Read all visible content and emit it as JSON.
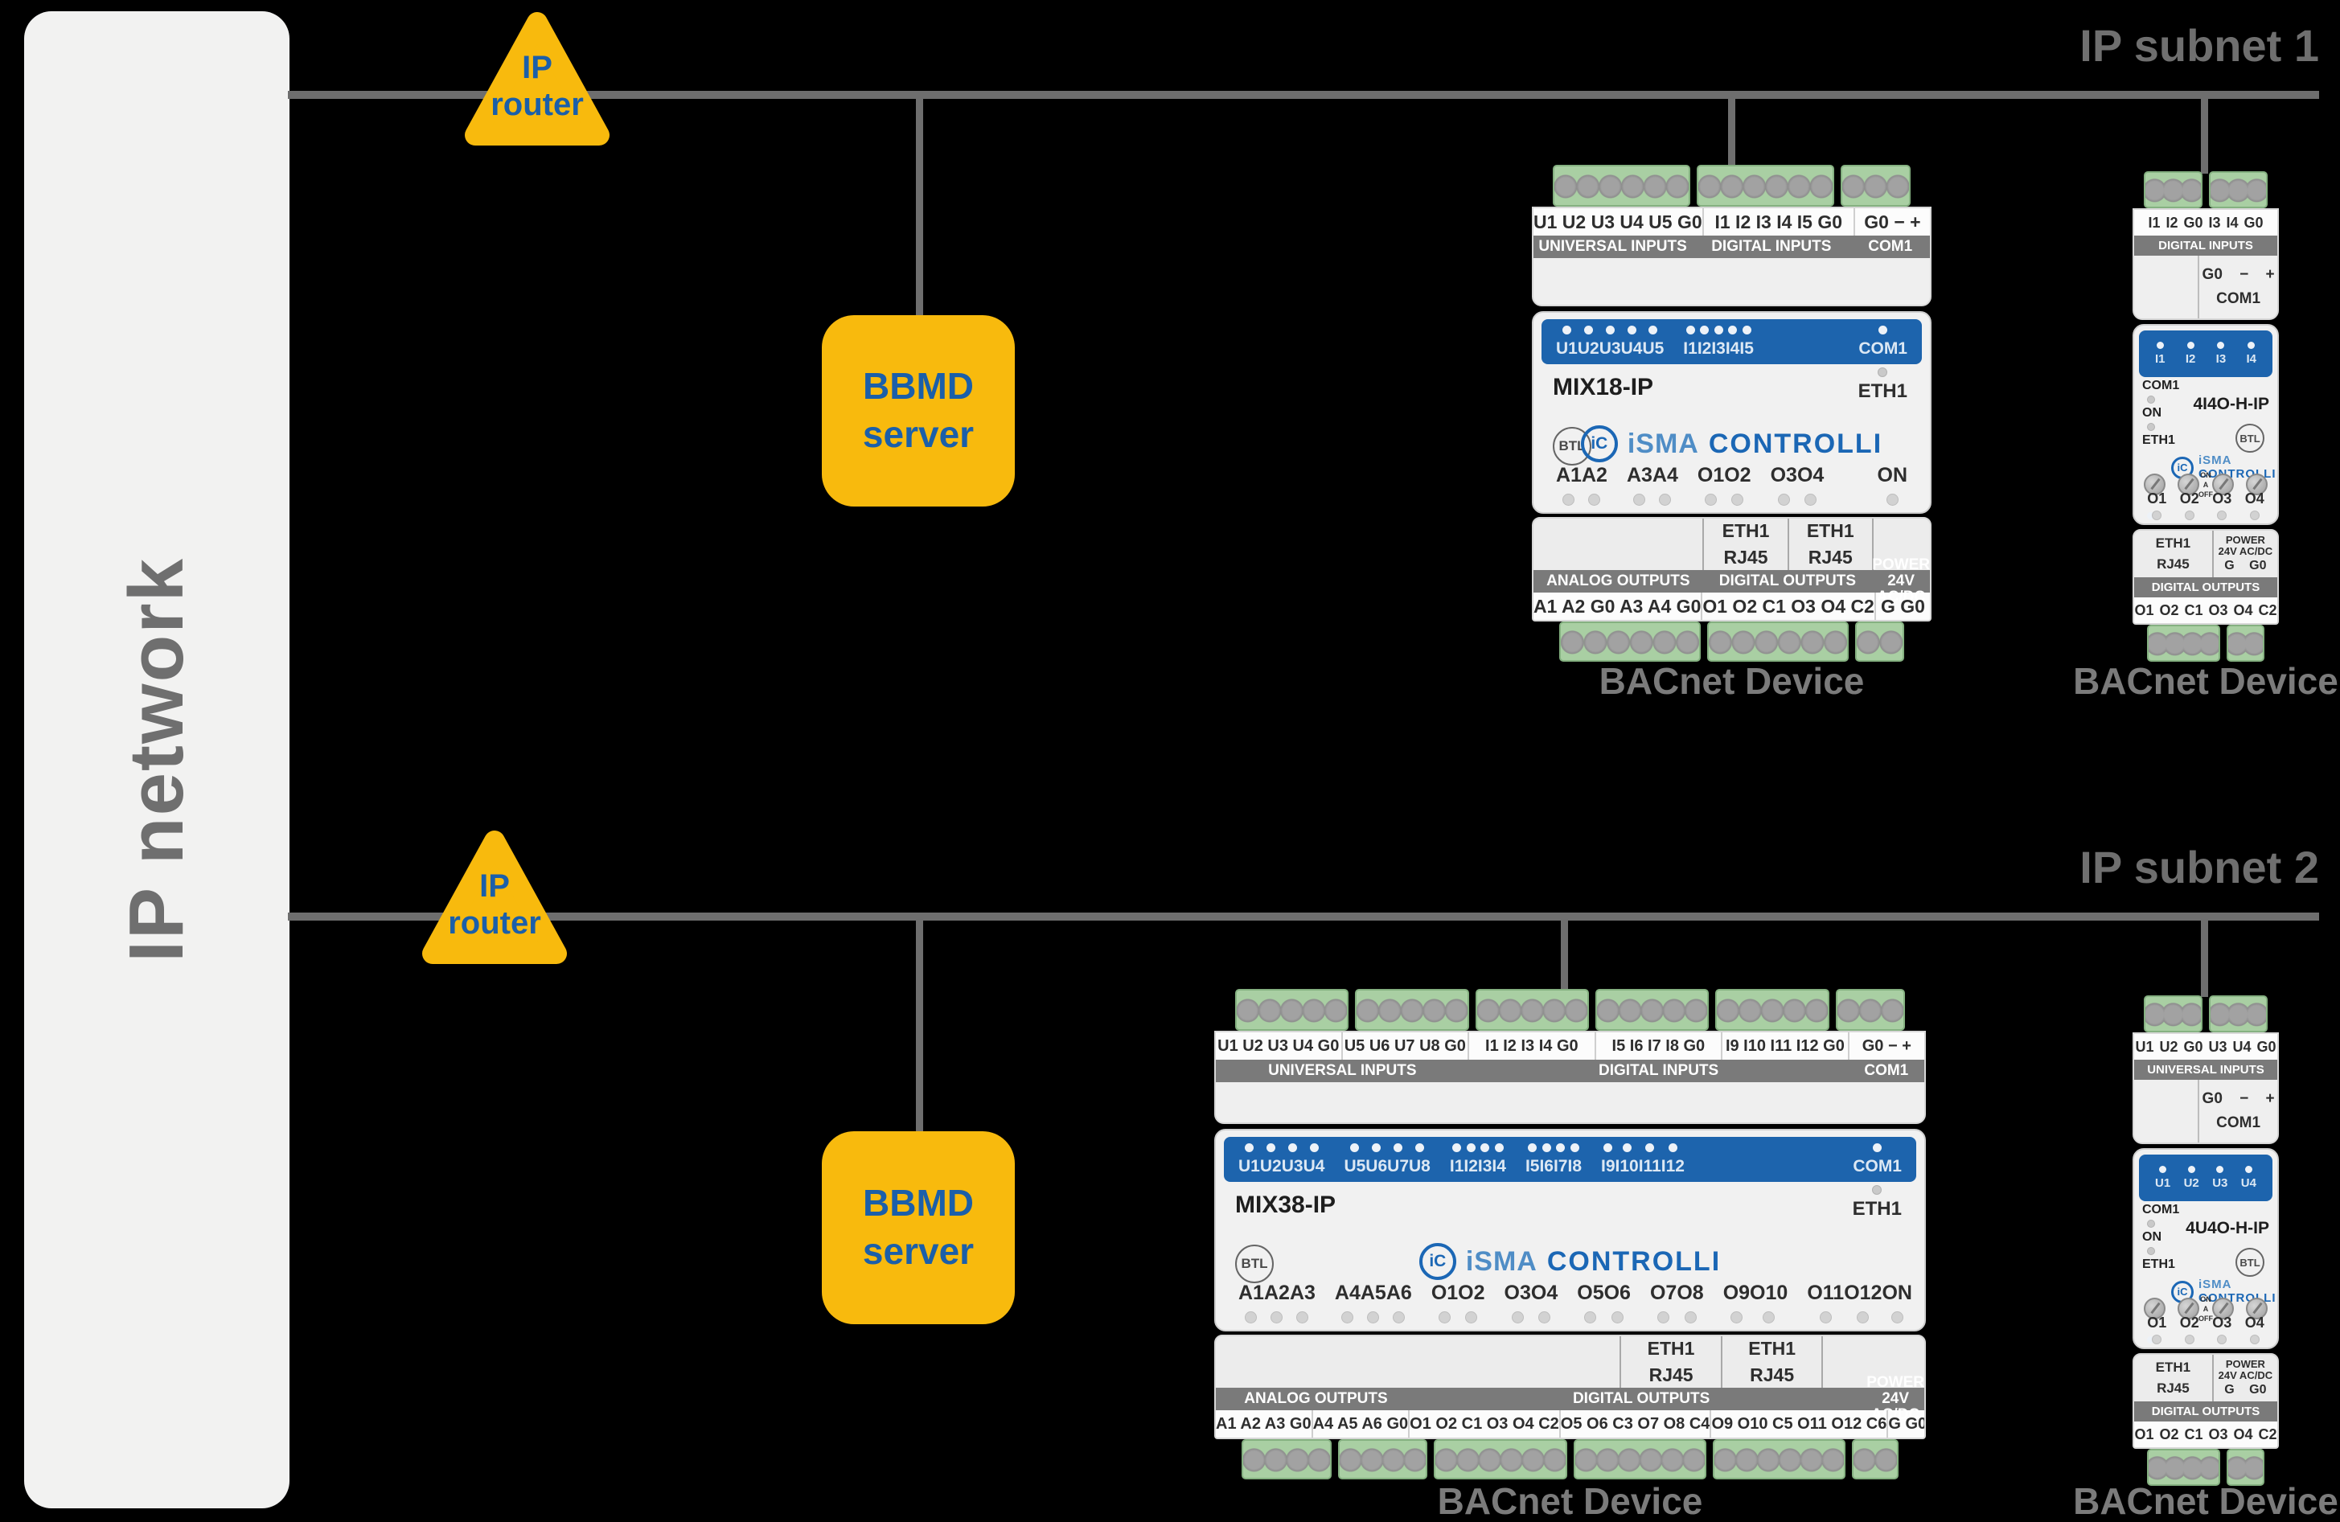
{
  "colors": {
    "background": "#000000",
    "accent_yellow": "#f8ba0d",
    "accent_blue": "#1b5fa9",
    "line_gray": "#6e6e6e",
    "caption_gray": "#7b7b7b",
    "led_bar_blue": "#1d64ad",
    "logo_blue": "#1b67b5",
    "terminal_green": "#a9cfa3"
  },
  "network": {
    "label": "IP network"
  },
  "subnet1": {
    "label": "IP subnet 1",
    "router": {
      "l1": "IP",
      "l2": "router"
    },
    "bbmd": {
      "label": "BBMD\nserver"
    }
  },
  "subnet2": {
    "label": "IP subnet 2",
    "router": {
      "l1": "IP",
      "l2": "router"
    },
    "bbmd": {
      "label": "BBMD\nserver"
    }
  },
  "devices": {
    "mix18": {
      "caption": "BACnet Device",
      "model": "MIX18-IP",
      "eth1": "ETH1",
      "btl": "BTL",
      "logo": {
        "mark": "iC",
        "isma": "iSMA",
        "controlli": "CONTROLLI"
      },
      "top_labels": [
        {
          "t": "U1 U2 U3 U4 U5 G0",
          "f": 6
        },
        {
          "t": "I1 I2 I3 I4 I5 G0",
          "f": 6
        },
        {
          "t": "G0 − +",
          "f": 3
        }
      ],
      "top_bands": [
        {
          "t": "UNIVERSAL INPUTS",
          "f": 6
        },
        {
          "t": "DIGITAL INPUTS",
          "f": 6
        },
        {
          "t": "COM1",
          "f": 3
        }
      ],
      "led_top": [
        {
          "t": "U1"
        },
        {
          "t": "U2"
        },
        {
          "t": "U3"
        },
        {
          "t": "U4"
        },
        {
          "t": "U5"
        },
        {
          "t": "I1",
          "c": "gap"
        },
        {
          "t": "I2"
        },
        {
          "t": "I3"
        },
        {
          "t": "I4"
        },
        {
          "t": "I5"
        },
        {
          "t": "COM1",
          "c": "push"
        }
      ],
      "led_bottom": [
        {
          "t": "A1"
        },
        {
          "t": "A2"
        },
        {
          "t": "A3",
          "c": "gap"
        },
        {
          "t": "A4"
        },
        {
          "t": "O1",
          "c": "gap"
        },
        {
          "t": "O2"
        },
        {
          "t": "O3",
          "c": "gap"
        },
        {
          "t": "O4"
        },
        {
          "t": "ON",
          "c": "push"
        }
      ],
      "eth_ports": [
        {
          "a": "ETH1",
          "b": "RJ45"
        },
        {
          "a": "ETH1",
          "b": "RJ45"
        }
      ],
      "bottom_bands": [
        {
          "t": "ANALOG OUTPUTS",
          "f": 6
        },
        {
          "t": "DIGITAL OUTPUTS",
          "f": 6
        },
        {
          "t": "POWER\n24V AC/DC",
          "f": 2
        }
      ],
      "bottom_labels": [
        {
          "t": "A1 A2 G0 A3 A4 G0",
          "f": 6
        },
        {
          "t": "O1 O2 C1 O3 O4 C2",
          "f": 6
        },
        {
          "t": "G G0",
          "f": 2
        }
      ]
    },
    "i4o": {
      "caption": "BACnet Device",
      "model": "4I4O-H-IP",
      "top_labels": [
        {
          "t": "I1 I2 G0 I3 I4 G0",
          "f": 6
        }
      ],
      "top_band": "DIGITAL INPUTS",
      "com_area": {
        "pins": "G0 − +",
        "label": "COM1"
      },
      "led_top": [
        {
          "t": "I1"
        },
        {
          "t": "I2"
        },
        {
          "t": "I3"
        },
        {
          "t": "I4"
        }
      ],
      "com1": "COM1",
      "on": "ON",
      "eth1": "ETH1",
      "btl": "BTL",
      "logo": {
        "mark": "iC",
        "isma": "iSMA",
        "controlli": "CONTROLLI"
      },
      "switch": {
        "on": "ON",
        "a": "A",
        "off": "OFF"
      },
      "outputs": [
        {
          "t": "O1"
        },
        {
          "t": "O2"
        },
        {
          "t": "O3"
        },
        {
          "t": "O4"
        }
      ],
      "eth_port": {
        "a": "ETH1",
        "b": "RJ45"
      },
      "power": {
        "title": "POWER\n24V AC/DC",
        "pins": "G G0"
      },
      "bottom_band": "DIGITAL OUTPUTS",
      "bottom_labels": [
        {
          "t": "O1 O2 C1 O3 O4 C2",
          "f": 6
        }
      ]
    },
    "mix38": {
      "caption": "BACnet Device",
      "model": "MIX38-IP",
      "eth1": "ETH1",
      "btl": "BTL",
      "logo": {
        "mark": "iC",
        "isma": "iSMA",
        "controlli": "CONTROLLI"
      },
      "top_labels": [
        {
          "t": "U1 U2 U3 U4 G0",
          "f": 5
        },
        {
          "t": "U5 U6 U7 U8 G0",
          "f": 5
        },
        {
          "t": "I1 I2 I3 I4 G0",
          "f": 5
        },
        {
          "t": "I5 I6 I7 I8 G0",
          "f": 5
        },
        {
          "t": "I9 I10 I11 I12 G0",
          "f": 5
        },
        {
          "t": "G0 − +",
          "f": 3
        }
      ],
      "top_bands": [
        {
          "t": "UNIVERSAL INPUTS",
          "f": 10
        },
        {
          "t": "DIGITAL INPUTS",
          "f": 15
        },
        {
          "t": "COM1",
          "f": 3
        }
      ],
      "led_top": [
        {
          "t": "U1"
        },
        {
          "t": "U2"
        },
        {
          "t": "U3"
        },
        {
          "t": "U4"
        },
        {
          "t": "U5",
          "c": "gap"
        },
        {
          "t": "U6"
        },
        {
          "t": "U7"
        },
        {
          "t": "U8"
        },
        {
          "t": "I1",
          "c": "gap"
        },
        {
          "t": "I2"
        },
        {
          "t": "I3"
        },
        {
          "t": "I4"
        },
        {
          "t": "I5",
          "c": "gap"
        },
        {
          "t": "I6"
        },
        {
          "t": "I7"
        },
        {
          "t": "I8"
        },
        {
          "t": "I9",
          "c": "gap"
        },
        {
          "t": "I10"
        },
        {
          "t": "I11"
        },
        {
          "t": "I12"
        },
        {
          "t": "COM1",
          "c": "push"
        }
      ],
      "led_bottom": [
        {
          "t": "A1"
        },
        {
          "t": "A2"
        },
        {
          "t": "A3"
        },
        {
          "t": "A4",
          "c": "gap"
        },
        {
          "t": "A5"
        },
        {
          "t": "A6"
        },
        {
          "t": "O1",
          "c": "gap"
        },
        {
          "t": "O2"
        },
        {
          "t": "O3",
          "c": "gap"
        },
        {
          "t": "O4"
        },
        {
          "t": "O5",
          "c": "gap"
        },
        {
          "t": "O6"
        },
        {
          "t": "O7",
          "c": "gap"
        },
        {
          "t": "O8"
        },
        {
          "t": "O9",
          "c": "gap"
        },
        {
          "t": "O10"
        },
        {
          "t": "O11",
          "c": "gap"
        },
        {
          "t": "O12"
        },
        {
          "t": "ON",
          "c": "push"
        }
      ],
      "eth_ports": [
        {
          "a": "ETH1",
          "b": "RJ45"
        },
        {
          "a": "ETH1",
          "b": "RJ45"
        }
      ],
      "bottom_bands": [
        {
          "t": "ANALOG OUTPUTS",
          "f": 8
        },
        {
          "t": "DIGITAL OUTPUTS",
          "f": 18
        },
        {
          "t": "POWER\n24V AC/DC",
          "f": 2
        }
      ],
      "bottom_labels": [
        {
          "t": "A1 A2 A3 G0",
          "f": 4
        },
        {
          "t": "A4 A5 A6 G0",
          "f": 4
        },
        {
          "t": "O1 O2 C1 O3 O4 C2",
          "f": 6
        },
        {
          "t": "O5 O6 C3 O7 O8 C4",
          "f": 6
        },
        {
          "t": "O9 O10 C5 O11 O12 C6",
          "f": 6
        },
        {
          "t": "G G0",
          "f": 2
        }
      ]
    },
    "u4o": {
      "caption": "BACnet Device",
      "model": "4U4O-H-IP",
      "top_labels": [
        {
          "t": "U1 U2 G0 U3 U4 G0",
          "f": 6
        }
      ],
      "top_band": "UNIVERSAL INPUTS",
      "com_area": {
        "pins": "G0 − +",
        "label": "COM1"
      },
      "led_top": [
        {
          "t": "U1"
        },
        {
          "t": "U2"
        },
        {
          "t": "U3"
        },
        {
          "t": "U4"
        }
      ],
      "com1": "COM1",
      "on": "ON",
      "eth1": "ETH1",
      "btl": "BTL",
      "logo": {
        "mark": "iC",
        "isma": "iSMA",
        "controlli": "CONTROLLI"
      },
      "switch": {
        "on": "ON",
        "a": "A",
        "off": "OFF"
      },
      "outputs": [
        {
          "t": "O1"
        },
        {
          "t": "O2"
        },
        {
          "t": "O3"
        },
        {
          "t": "O4"
        }
      ],
      "eth_port": {
        "a": "ETH1",
        "b": "RJ45"
      },
      "power": {
        "title": "POWER\n24V AC/DC",
        "pins": "G G0"
      },
      "bottom_band": "DIGITAL OUTPUTS",
      "bottom_labels": [
        {
          "t": "O1 O2 C1 O3 O4 C2",
          "f": 6
        }
      ]
    }
  }
}
